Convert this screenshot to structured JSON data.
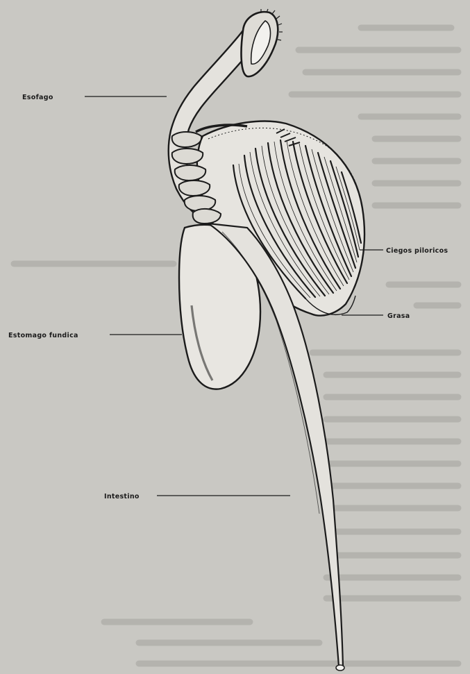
{
  "figure": {
    "labels": {
      "esofago": "Esofago",
      "ciegos": "Ciegos piloricos",
      "grasa": "Grasa",
      "estomago": "Estomago fundica",
      "intestino": "Intestino"
    }
  },
  "colors": {
    "paper": "#c9c8c3",
    "ink": "#1b1b1b",
    "organ_fill": "#e4e2dd",
    "bleed_text": "#8f8e8a"
  }
}
